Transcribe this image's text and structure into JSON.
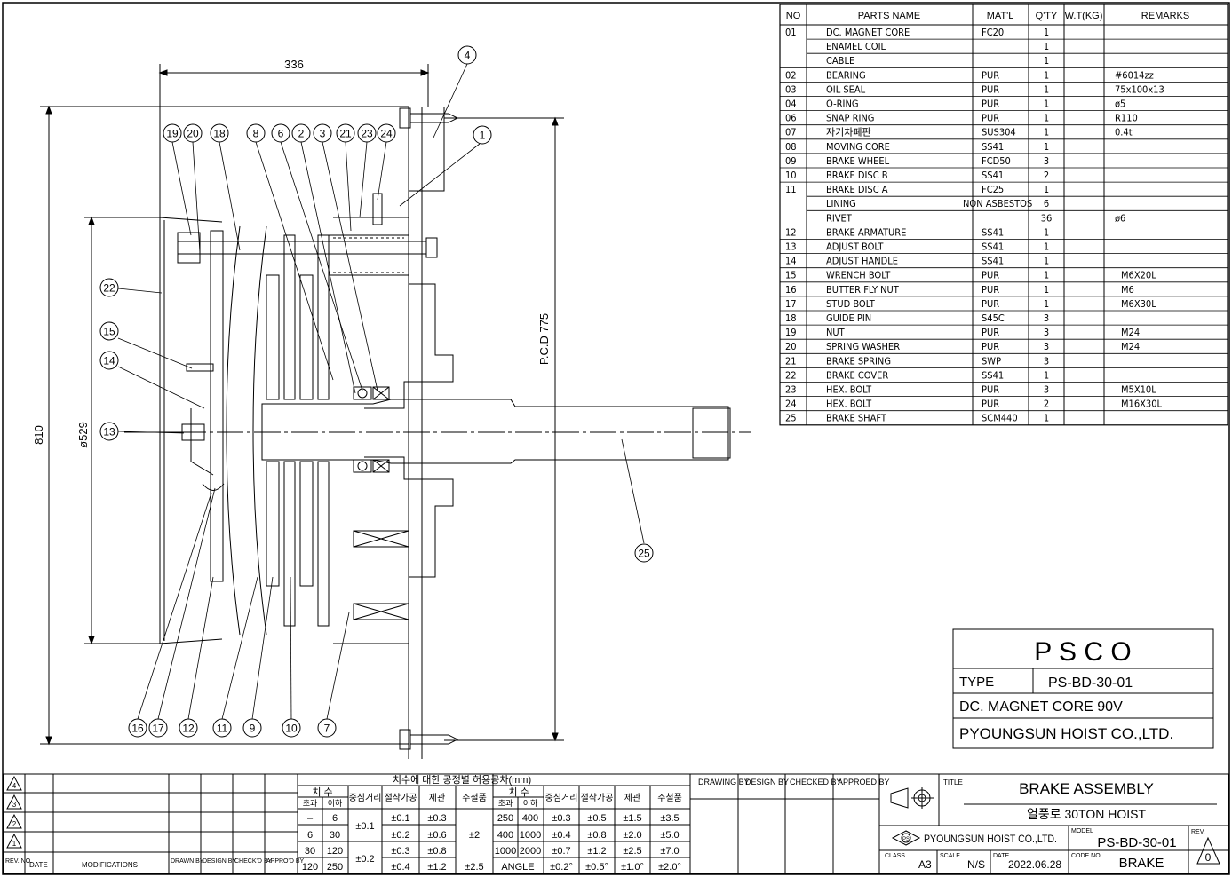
{
  "dimensions": {
    "width": "336",
    "height": "810",
    "pcd": "P.C.D 775",
    "dia": "ø529"
  },
  "balloons": {
    "top": [
      "19",
      "20",
      "18",
      "8",
      "6",
      "2",
      "3",
      "21",
      "23",
      "24",
      "4",
      "1"
    ],
    "left": [
      "22",
      "15",
      "14",
      "13"
    ],
    "bottom": [
      "16",
      "17",
      "12",
      "11",
      "9",
      "10",
      "7"
    ],
    "right": [
      "25"
    ]
  },
  "parts_table": {
    "headers": [
      "NO",
      "PARTS NAME",
      "MAT'L",
      "Q'TY",
      "W.T(KG)",
      "REMARKS"
    ],
    "rows": [
      [
        "01",
        "DC. MAGNET CORE",
        "FC20",
        "1",
        "",
        ""
      ],
      [
        "",
        "ENAMEL COIL",
        "",
        "1",
        "",
        ""
      ],
      [
        "",
        "CABLE",
        "",
        "1",
        "",
        ""
      ],
      [
        "02",
        "BEARING",
        "PUR",
        "1",
        "",
        "#6014zz"
      ],
      [
        "03",
        "OIL SEAL",
        "PUR",
        "1",
        "",
        "75x100x13"
      ],
      [
        "04",
        "O-RING",
        "PUR",
        "1",
        "",
        "ø5"
      ],
      [
        "06",
        "SNAP RING",
        "PUR",
        "1",
        "",
        "R110"
      ],
      [
        "07",
        "자기차폐판",
        "SUS304",
        "1",
        "",
        "0.4t"
      ],
      [
        "08",
        "MOVING CORE",
        "SS41",
        "1",
        "",
        ""
      ],
      [
        "09",
        "BRAKE WHEEL",
        "FCD50",
        "3",
        "",
        ""
      ],
      [
        "10",
        "BRAKE DISC B",
        "SS41",
        "2",
        "",
        ""
      ],
      [
        "11",
        "BRAKE DISC A",
        "FC25",
        "1",
        "",
        ""
      ],
      [
        "",
        "LINING",
        "NON ASBESTOS",
        "6",
        "",
        ""
      ],
      [
        "",
        "RIVET",
        "",
        "36",
        "",
        "ø6"
      ],
      [
        "12",
        "BRAKE ARMATURE",
        "SS41",
        "1",
        "",
        ""
      ],
      [
        "13",
        "ADJUST BOLT",
        "SS41",
        "1",
        "",
        ""
      ],
      [
        "14",
        "ADJUST HANDLE",
        "SS41",
        "1",
        "",
        ""
      ],
      [
        "15",
        "WRENCH BOLT",
        "PUR",
        "1",
        "",
        "M6X20L"
      ],
      [
        "16",
        "BUTTER FLY NUT",
        "PUR",
        "1",
        "",
        "M6"
      ],
      [
        "17",
        "STUD BOLT",
        "PUR",
        "1",
        "",
        "M6X30L"
      ],
      [
        "18",
        "GUIDE PIN",
        "S45C",
        "3",
        "",
        ""
      ],
      [
        "19",
        "NUT",
        "PUR",
        "3",
        "",
        "M24"
      ],
      [
        "20",
        "SPRING WASHER",
        "PUR",
        "3",
        "",
        "M24"
      ],
      [
        "21",
        "BRAKE SPRING",
        "SWP",
        "3",
        "",
        ""
      ],
      [
        "22",
        "BRAKE COVER",
        "SS41",
        "1",
        "",
        ""
      ],
      [
        "23",
        "HEX. BOLT",
        "PUR",
        "3",
        "",
        "M5X10L"
      ],
      [
        "24",
        "HEX. BOLT",
        "PUR",
        "2",
        "",
        "M16X30L"
      ],
      [
        "25",
        "BRAKE SHAFT",
        "SCM440",
        "1",
        "",
        ""
      ]
    ]
  },
  "info_box": {
    "company_short": "P S C O",
    "type_label": "TYPE",
    "type_value": "PS-BD-30-01",
    "spec": "DC. MAGNET CORE 90V",
    "company_full": "PYOUNGSUN HOIST CO.,LTD."
  },
  "rev_block": {
    "rev_marks": [
      "4",
      "3",
      "2",
      "1"
    ],
    "footer": [
      "REV. NO.",
      "DATE",
      "MODIFICATIONS",
      "DRAWN BY",
      "DESIGN BY",
      "CHECK'D BY",
      "APPRO'D BY"
    ]
  },
  "tolerance": {
    "title": "치수에 대한 공정별 허용공차(mm)",
    "size": "치 수",
    "over": "초과",
    "under": "이하",
    "col_center": "중심거리",
    "col_cut": "절삭가공",
    "col_can": "제관",
    "col_cast": "주철품",
    "left_rows": [
      [
        "–",
        "6",
        "±0.1",
        "±0.3"
      ],
      [
        "6",
        "30",
        "±0.2",
        "±0.6"
      ],
      [
        "30",
        "120",
        "±0.3",
        "±0.8"
      ],
      [
        "120",
        "250",
        "±0.4",
        "±1.2"
      ]
    ],
    "center_left": [
      "±0.1",
      "±0.2"
    ],
    "cast_left": [
      "±2",
      "±2.5"
    ],
    "right_rows": [
      [
        "250",
        "400",
        "±0.3",
        "±0.5",
        "±1.5",
        "±3.5"
      ],
      [
        "400",
        "1000",
        "±0.4",
        "±0.8",
        "±2.0",
        "±5.0"
      ],
      [
        "1000",
        "2000",
        "±0.7",
        "±1.2",
        "±2.5",
        "±7.0"
      ],
      [
        "ANGLE",
        "",
        "±0.2°",
        "±0.5°",
        "±1.0°",
        "±2.0°"
      ]
    ]
  },
  "sign_block": {
    "drawing": "DRAWING BY",
    "design": "DESIGN BY",
    "checked": "CHECKED BY",
    "approved": "APPROED BY"
  },
  "title_block": {
    "title_label": "TITLE",
    "title": "BRAKE ASSEMBLY",
    "subtitle": "열풍로 30TON HOIST",
    "company": "PYOUNGSUN HOIST CO.,LTD.",
    "logo": "PS",
    "model_label": "MODEL",
    "model": "PS-BD-30-01",
    "rev_label": "REV.",
    "rev": "0",
    "class_label": "CLASS",
    "class": "A3",
    "scale_label": "SCALE",
    "scale": "N/S",
    "date_label": "DATE",
    "date": "2022.06.28",
    "code_label": "CODE NO.",
    "code": "BRAKE"
  },
  "colors": {
    "line": "#000000",
    "paper": "#ffffff"
  }
}
